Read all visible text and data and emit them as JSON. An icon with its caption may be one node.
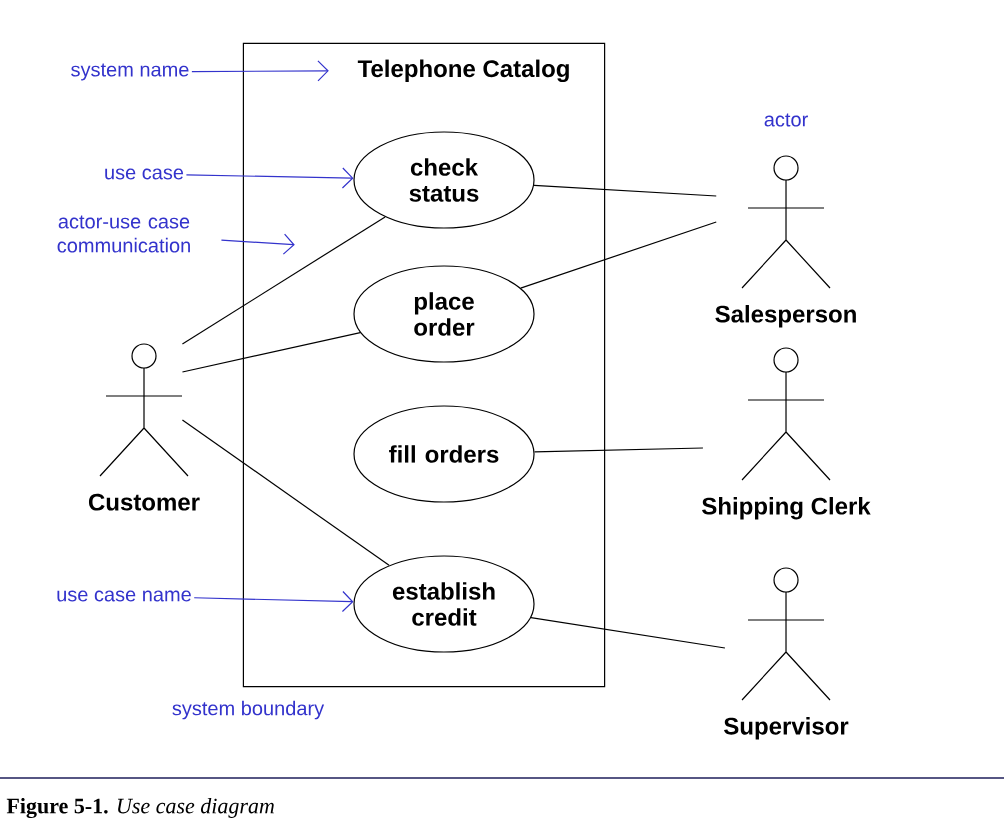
{
  "diagram": {
    "caption": "**Figure 5-1.** *Use case diagram*",
    "nodes": [
      {
        "text": [
          "Telephone Catalog"
        ]
      },
      {
        "text": [
          "check status"
        ],
        "in": 0
      },
      {
        "text": [
          "place order"
        ],
        "in": 0
      },
      {
        "text": [
          "fill orders"
        ],
        "in": 0
      },
      {
        "text": [
          "establish credit"
        ],
        "in": 0
      },
      {
        "text": [
          "Customer"
        ]
      },
      {
        "text": [
          "Salesperson"
        ]
      },
      {
        "text": [
          "Shipping Clerk"
        ]
      },
      {
        "text": [
          "Supervisor"
        ]
      },
      {
        "text": [
          "system name"
        ]
      },
      {
        "text": [
          "use case"
        ]
      },
      {
        "text": [
          "actor-use case communication"
        ]
      },
      {
        "text": [
          "use case name"
        ]
      }
    ],
    "edges": [
      {
        "from": 5,
        "to": 1,
        "arrow": "none"
      },
      {
        "from": 5,
        "to": 2,
        "arrow": "none"
      },
      {
        "from": 5,
        "to": 4,
        "arrow": "none"
      },
      {
        "from": 1,
        "to": 6,
        "arrow": "none"
      },
      {
        "from": 2,
        "to": 6,
        "arrow": "none"
      },
      {
        "from": 3,
        "to": 7,
        "arrow": "none"
      },
      {
        "from": 4,
        "to": 8,
        "arrow": "none"
      },
      {
        "from": 9,
        "to": 0,
        "arrow": "to",
        "color": "#3333cc"
      },
      {
        "from": 10,
        "to": 1,
        "arrow": "to",
        "color": "#3333cc"
      },
      {
        "from": 11,
        "to": 0,
        "arrow": "to",
        "color": "#3333cc"
      },
      {
        "from": 12,
        "to": 4,
        "arrow": "to",
        "color": "#3333cc"
      }
    ],
    "labels": [
      "actor",
      "system boundary"
    ]
  }
}
